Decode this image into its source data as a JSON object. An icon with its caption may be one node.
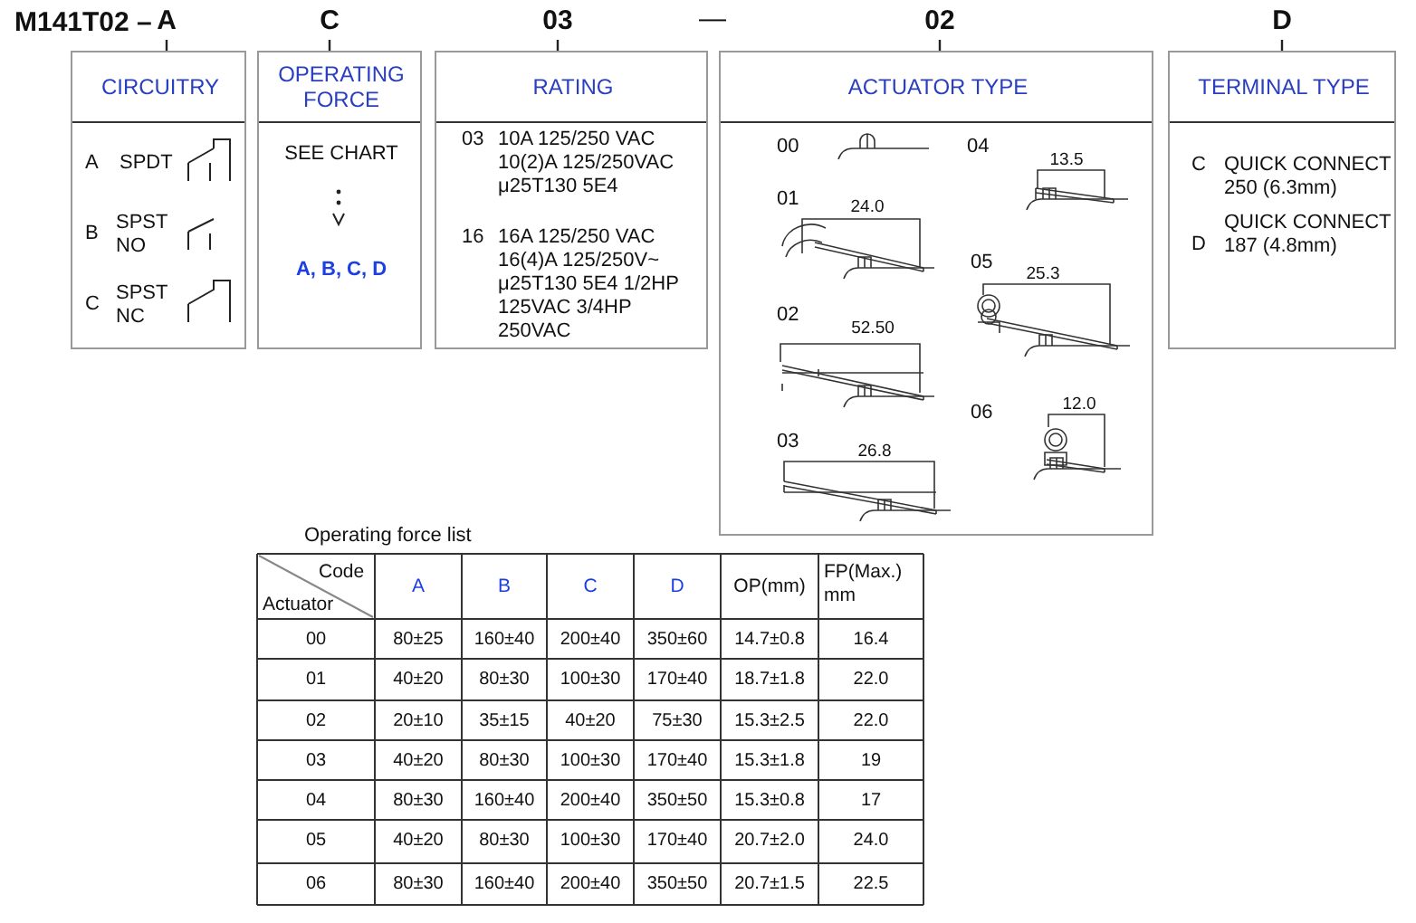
{
  "diagram": {
    "nodes": [
      {
        "text": [
          "A"
        ]
      },
      {
        "text": [
          "C"
        ]
      },
      {
        "text": [
          "03"
        ]
      },
      {
        "text": [
          "02"
        ]
      },
      {
        "text": [
          "D"
        ]
      },
      {
        "text": [
          "CIRCUITRY",
          "A",
          "SPDT",
          "B",
          "SPST NO",
          "C",
          "SPST NC"
        ]
      },
      {
        "text": [
          "OPERATING FORCE",
          "SEE CHART",
          "A, B, C, D"
        ]
      },
      {
        "text": [
          "RATING",
          "03",
          "10A 125/250 VAC 10(2)A 125/250VAC μ25T130 5E4",
          "16",
          "16A 125/250 VAC 16(4)A 125/250V~ μ25T130 5E4 1/2HP 125VAC 3/4HP 250VAC"
        ]
      },
      {
        "text": [
          "ACTUATOR TYPE",
          "00",
          "01",
          "24.0",
          "02",
          "52.50",
          "03",
          "26.8",
          "04",
          "13.5",
          "05",
          "25.3",
          "06",
          "12.0"
        ]
      },
      {
        "text": [
          "TERMINAL TYPE",
          "C",
          "QUICK CONNECT 250 (6.3mm)",
          "D",
          "QUICK CONNECT 187 (4.8mm)"
        ]
      }
    ],
    "edges": [
      {
        "from": 0,
        "to": 5,
        "arrow": "none"
      },
      {
        "from": 1,
        "to": 6,
        "arrow": "none"
      },
      {
        "from": 2,
        "to": 7,
        "arrow": "none"
      },
      {
        "from": 3,
        "to": 8,
        "arrow": "none"
      },
      {
        "from": 4,
        "to": 9,
        "arrow": "none"
      }
    ],
    "labels": [
      "M141T02 –",
      "—",
      "Operating force list",
      "Code",
      "Actuator",
      "A",
      "B",
      "C",
      "D",
      "OP(mm)",
      "FP(Max.) mm",
      "00",
      "80±25",
      "160±40",
      "200±40",
      "350±60",
      "14.7±0.8",
      "16.4",
      "01",
      "40±20",
      "80±30",
      "100±30",
      "170±40",
      "18.7±1.8",
      "22.0",
      "02",
      "20±10",
      "35±15",
      "40±20",
      "75±30",
      "15.3±2.5",
      "22.0",
      "03",
      "40±20",
      "80±30",
      "100±30",
      "170±40",
      "15.3±1.8",
      "19",
      "04",
      "80±30",
      "160±40",
      "200±40",
      "350±50",
      "15.3±0.8",
      "17",
      "05",
      "40±20",
      "80±30",
      "100±30",
      "170±40",
      "20.7±2.0",
      "24.0",
      "06",
      "80±30",
      "160±40",
      "200±40",
      "350±50",
      "20.7±1.5",
      "22.5"
    ]
  }
}
